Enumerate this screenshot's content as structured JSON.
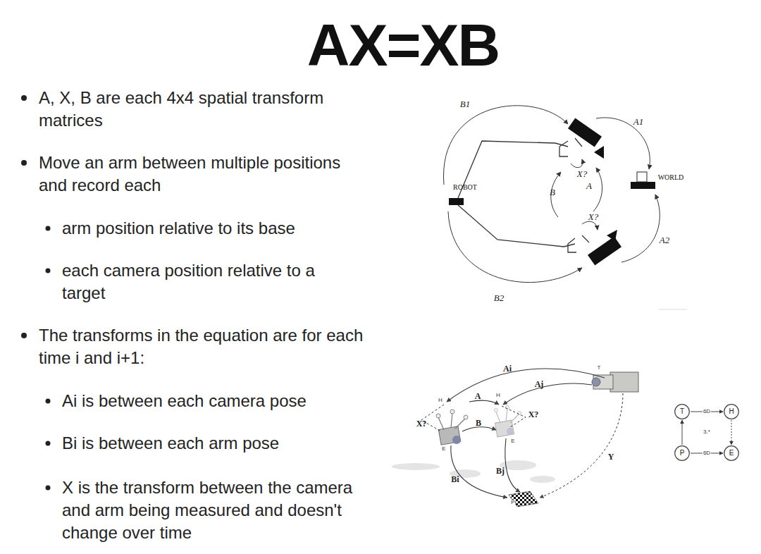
{
  "diagram": {
    "title": "AX=XB",
    "nodes": [
      {
        "text": [
          "ROBOT"
        ]
      },
      {
        "text": [
          "WORLD"
        ]
      },
      {
        "text": [
          "T"
        ]
      },
      {
        "text": [
          "H"
        ]
      },
      {
        "text": [
          "P"
        ]
      },
      {
        "text": [
          "E"
        ]
      }
    ],
    "edges": [
      {
        "from": 2,
        "to": 3,
        "label": "6D",
        "arrow": "to"
      },
      {
        "from": 4,
        "to": 2,
        "arrow": "to"
      },
      {
        "from": 4,
        "to": 5,
        "label": "6D",
        "arrow": "to"
      },
      {
        "from": 3,
        "to": 5,
        "arrow": "to"
      }
    ],
    "labels": [
      "A, X, B are each 4x4 spatial transform matrices",
      "Move an arm between multiple positions and record each",
      "arm position relative to its base",
      "each camera position relative to a target",
      "The transforms in the equation are for each time i and i+1:",
      "Ai is between each camera pose",
      "Bi is between each arm pose",
      "X is the transform between the camera and arm being measured and doesn't change over time",
      "B1",
      "A1",
      "X?",
      "B",
      "A",
      "X?",
      "A2",
      "B2",
      "Ai",
      "Aj",
      "T",
      "H",
      "A",
      "H",
      "X?",
      "X?",
      "B",
      "E",
      "E",
      "Bi",
      "Bj",
      "Y",
      "P",
      "3.*"
    ]
  }
}
